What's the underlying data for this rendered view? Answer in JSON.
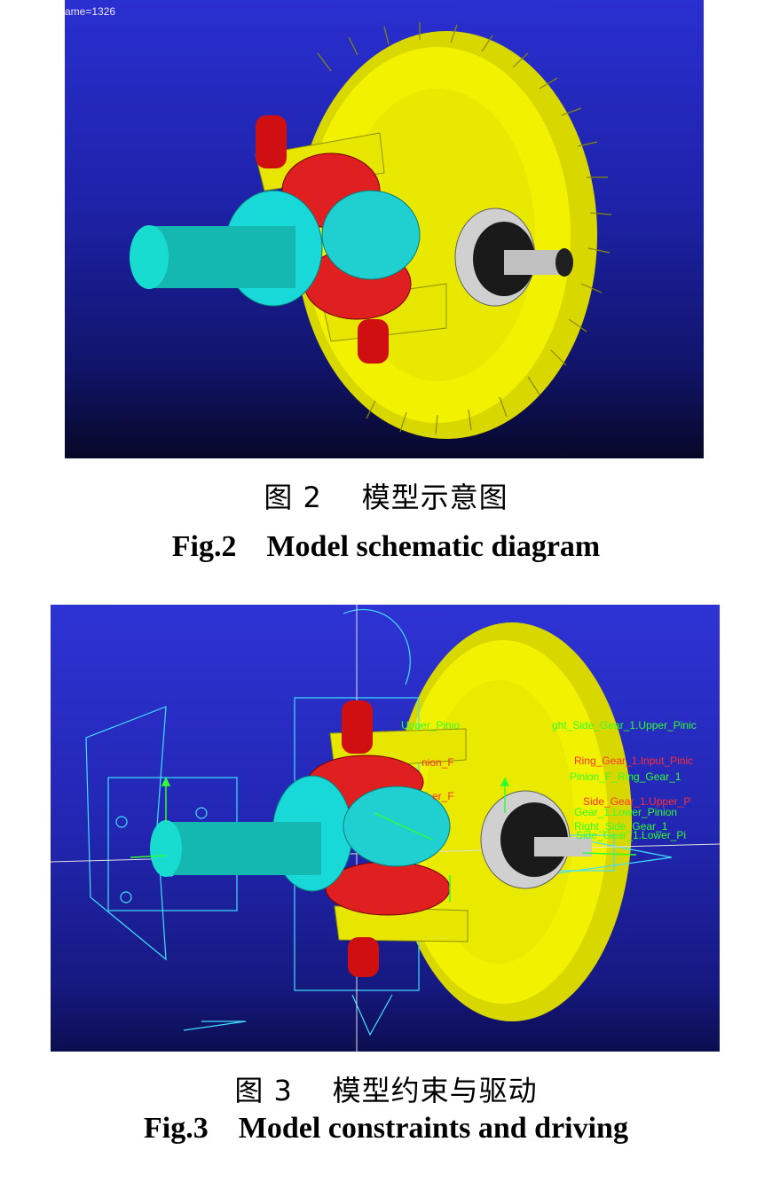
{
  "figure2": {
    "frame_label": "ame=1326",
    "caption_cn": "图 2    模型示意图",
    "caption_en": "Fig.2    Model schematic diagram"
  },
  "figure3": {
    "caption_cn": "图 3    模型约束与驱动",
    "caption_en": "Fig.3    Model constraints and driving",
    "labels": {
      "upper_pinion": "Upper_Pinio",
      "right_side_upper": "ght_Side_Gear_1.Upper_Pinic",
      "ring_gear_input": "Ring_Gear_1.Input_Pinic",
      "ring_gear_lower": "Pinion_F_Ring_Gear_1",
      "side_gear_upper": "Side_Gear_1.Upper_P",
      "gear_lower": "Gear_1.Lower_Pinion",
      "right_side_lower": "Right_Side_Gear_1",
      "side_gear_lower": "Side_Gear_1.Lower_Pi",
      "inner_red_1": "nion_F",
      "inner_red_2": "er_F"
    }
  },
  "colors": {
    "ring_gear": "#f2f200",
    "pinion_red": "#e01818",
    "side_gear_cyan": "#18d8d8",
    "input_pinion_gray": "#c8c8c8",
    "background_blue": "#2226b2",
    "wire_cyan": "#40e0ff",
    "marker_green": "#30ff30"
  }
}
